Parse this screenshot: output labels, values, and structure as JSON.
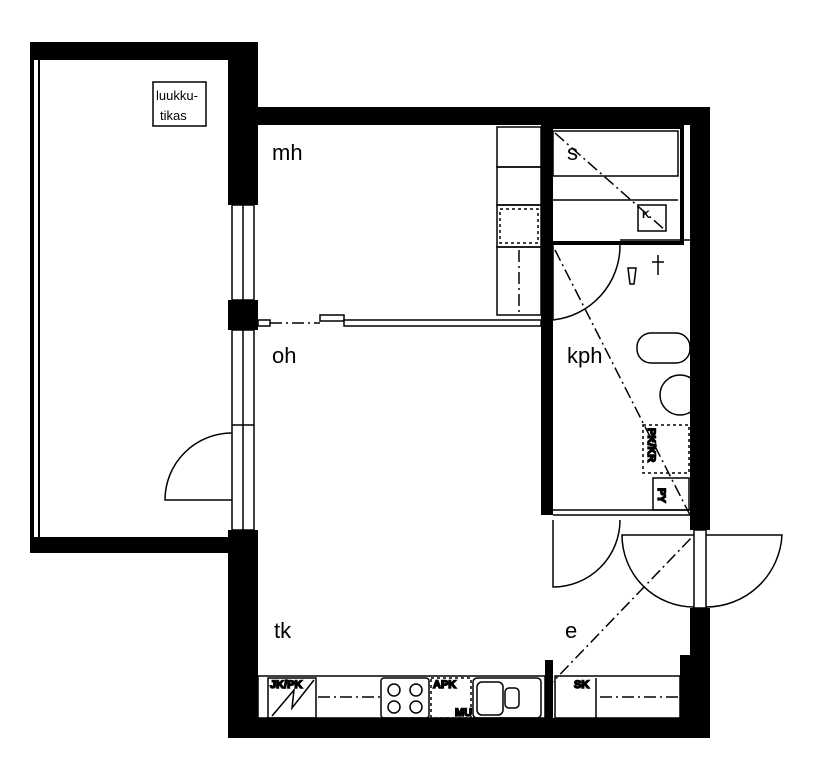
{
  "rooms": {
    "mh": "mh",
    "s": "s",
    "oh": "oh",
    "kph": "kph",
    "tk": "tk",
    "e": "e"
  },
  "labels": {
    "hatch_line1": "luukku-",
    "hatch_line2": "tikas",
    "sauna_stove": "K",
    "washer_dryer": "PK/KR",
    "cabinet": "PY",
    "fridge_freezer": "JK/PK",
    "dishwasher": "APK",
    "microwave": "MU",
    "drying_cabinet": "SK"
  },
  "colors": {
    "wall": "#000000",
    "background": "#ffffff"
  }
}
